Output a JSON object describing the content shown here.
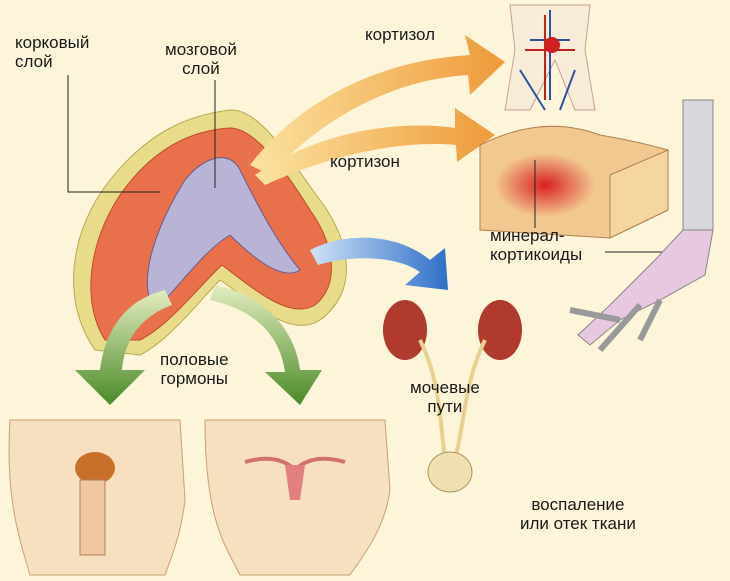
{
  "labels": {
    "cortex_layer": [
      "корковый",
      "слой"
    ],
    "medulla_layer": [
      "мозговой",
      "слой"
    ],
    "cortisol": "кортизол",
    "cortisone": "кортизон",
    "mineralocorticoids": [
      "минерал-",
      "кортикоиды"
    ],
    "sex_hormones": [
      "половые",
      "гормоны"
    ],
    "urinary_tract": [
      "мочевые",
      "пути"
    ],
    "inflammation": [
      "воспаление",
      "или отек ткани"
    ]
  },
  "colors": {
    "background": "#fcf5d9",
    "cortex": "#e8704a",
    "medulla": "#b9b4d6",
    "capsule": "#e8dc8a",
    "arrow_orange": "#f0a040",
    "arrow_blue": "#3a7fd0",
    "arrow_green": "#5a9a30",
    "kidney": "#b03a2e"
  }
}
